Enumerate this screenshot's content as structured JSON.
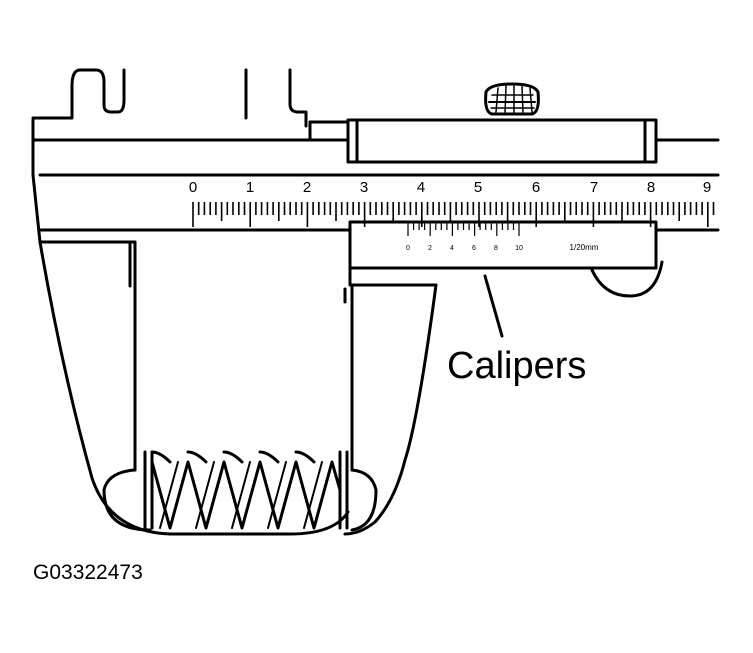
{
  "callout": {
    "label": "Calipers"
  },
  "figure": {
    "id": "G03322473"
  },
  "main_scale": {
    "labels": [
      "0",
      "1",
      "2",
      "3",
      "4",
      "5",
      "6",
      "7",
      "8",
      "9"
    ]
  },
  "vernier_scale": {
    "labels": [
      "0",
      "2",
      "4",
      "6",
      "8",
      "10"
    ],
    "resolution": "1/20mm"
  },
  "colors": {
    "ink": "#000000",
    "paper": "#ffffff"
  },
  "icons": {
    "thumb_wheel": "knurled-thumb-wheel-icon",
    "spring": "coil-spring-icon"
  }
}
